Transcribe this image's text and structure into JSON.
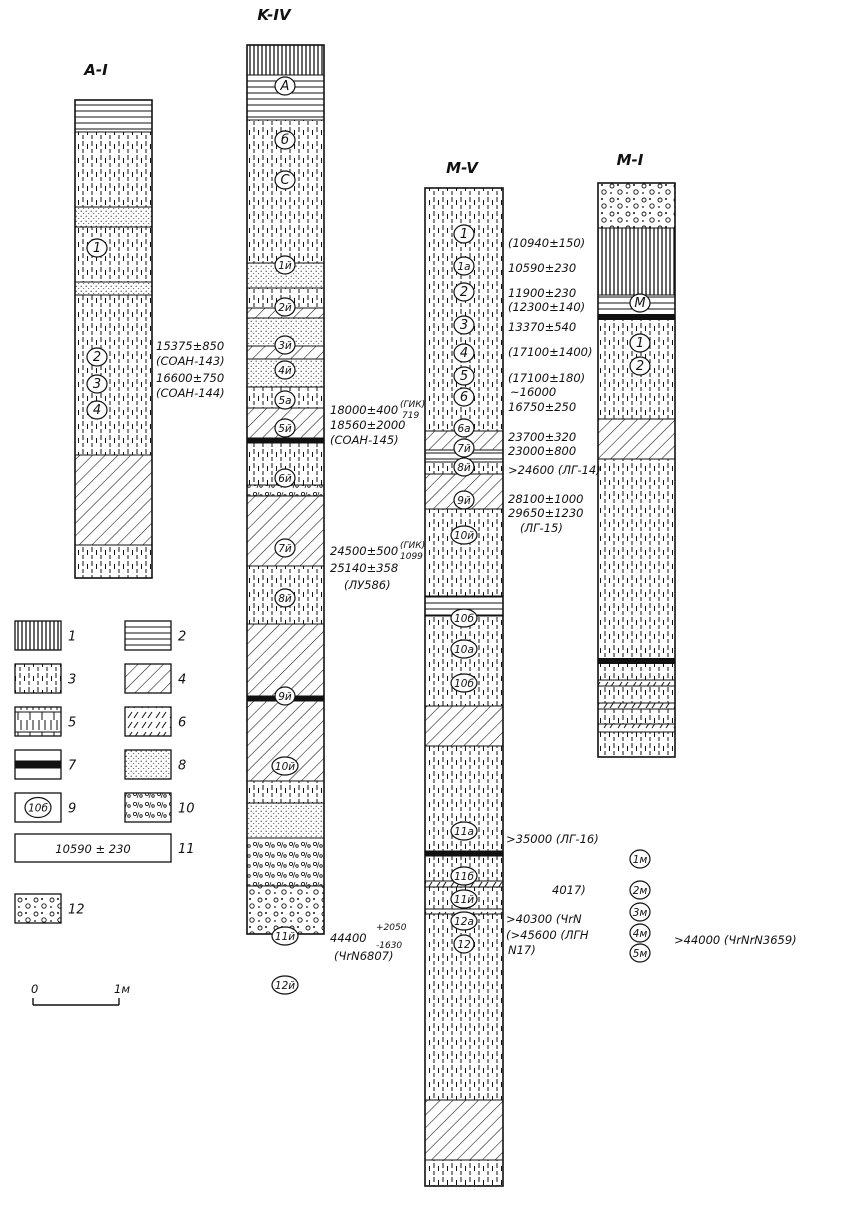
{
  "columns": [
    {
      "id": "A-1",
      "title": "A-I",
      "layers": [
        {
          "type": "h"
        },
        {
          "type": "d"
        },
        {
          "type": "s"
        },
        {
          "type": "d"
        },
        {
          "type": "s"
        },
        {
          "type": "d"
        },
        {
          "type": "x"
        },
        {
          "type": "d"
        }
      ],
      "unit_labels": [
        "1",
        "2",
        "3",
        "4"
      ],
      "annotations": [
        "15375±850",
        "(СОАН-143)",
        "16600±750",
        "(СОАН-144)"
      ]
    },
    {
      "id": "K-IV",
      "title": "K-IV",
      "layers": [
        {
          "type": "v"
        },
        {
          "type": "h"
        },
        {
          "type": "d"
        },
        {
          "type": "s"
        },
        {
          "type": "d"
        },
        {
          "type": "x"
        },
        {
          "type": "s"
        },
        {
          "type": "x"
        },
        {
          "type": "s"
        },
        {
          "type": "d"
        },
        {
          "type": "x"
        },
        {
          "type": "peat"
        },
        {
          "type": "d"
        },
        {
          "type": "pebble"
        },
        {
          "type": "x"
        },
        {
          "type": "d"
        },
        {
          "type": "x"
        },
        {
          "type": "peat"
        },
        {
          "type": "x"
        },
        {
          "type": "d"
        },
        {
          "type": "s"
        },
        {
          "type": "pebble"
        },
        {
          "type": "gravel"
        }
      ],
      "unit_labels": [
        "A",
        "б",
        "C",
        "1й",
        "2й",
        "3й",
        "4й",
        "5а",
        "5й",
        "6й",
        "7й",
        "8й",
        "9й",
        "10й",
        "11й",
        "12й"
      ],
      "annotations": [
        "18000±400",
        "(ГИК)",
        "719",
        "18560±2000",
        "(СОАН-145)",
        "24500±500",
        "(ГИК)",
        "1099",
        "25140±358",
        "(ЛУ586)",
        "44400",
        "+2050",
        "-1630",
        "(ЧrN6807)"
      ]
    },
    {
      "id": "M-V",
      "title": "M-V",
      "layers": [
        {
          "type": "d"
        },
        {
          "type": "x"
        },
        {
          "type": "h"
        },
        {
          "type": "d"
        },
        {
          "type": "x"
        },
        {
          "type": "d"
        },
        {
          "type": "h"
        },
        {
          "type": "d"
        },
        {
          "type": "x"
        },
        {
          "type": "d"
        },
        {
          "type": "peat"
        },
        {
          "type": "d"
        },
        {
          "type": "brush"
        },
        {
          "type": "d"
        },
        {
          "type": "brush"
        },
        {
          "type": "d"
        },
        {
          "type": "x"
        },
        {
          "type": "d"
        }
      ],
      "unit_labels": [
        "1",
        "1а",
        "2",
        "3",
        "4",
        "5",
        "6",
        "6а",
        "7й",
        "8й",
        "9й",
        "10й",
        "10б",
        "10а",
        "10б",
        "11а",
        "11б",
        "11й",
        "12а",
        "12"
      ],
      "annotations": [
        "(10940±150)",
        "10590±230",
        "11900±230",
        "(12300±140)",
        "13370±540",
        "(17100±1400)",
        "(17100±180)",
        "~16000",
        "16750±250",
        "23700±320",
        "23000±800",
        ">24600 (ЛГ-14)",
        "28100±1000",
        "29650±1230",
        "(ЛГ-15)",
        ">35000 (ЛГ-16)",
        "4017)",
        ">40300 (ЧrN",
        "(>45600 (ЛГН",
        "N17)"
      ]
    },
    {
      "id": "M-1",
      "title": "M-I",
      "layers": [
        {
          "type": "gravel"
        },
        {
          "type": "v"
        },
        {
          "type": "h"
        },
        {
          "type": "peat"
        },
        {
          "type": "d"
        },
        {
          "type": "x"
        },
        {
          "type": "d"
        },
        {
          "type": "peat"
        },
        {
          "type": "d"
        },
        {
          "type": "brush"
        },
        {
          "type": "d"
        },
        {
          "type": "brush"
        },
        {
          "type": "d"
        },
        {
          "type": "brush"
        },
        {
          "type": "d"
        }
      ],
      "unit_labels": [
        "M",
        "1",
        "2",
        "1м",
        "2м",
        "3м",
        "4м",
        "5м"
      ],
      "annotations": [
        ">44000 (ЧrNrN3659)"
      ]
    }
  ],
  "legend": [
    {
      "num": "1",
      "type": "v"
    },
    {
      "num": "2",
      "type": "h"
    },
    {
      "num": "3",
      "type": "d"
    },
    {
      "num": "4",
      "type": "x"
    },
    {
      "num": "5",
      "type": "root"
    },
    {
      "num": "6",
      "type": "brush"
    },
    {
      "num": "7",
      "type": "peat"
    },
    {
      "num": "8",
      "type": "s"
    },
    {
      "num": "9",
      "type": "unit",
      "tag": "10б"
    },
    {
      "num": "10",
      "type": "pebble"
    },
    {
      "num": "11",
      "type": "label",
      "text": "10590 ± 230"
    },
    {
      "num": "12",
      "type": "gravel"
    }
  ],
  "scale_bar": {
    "start": "0",
    "end": "1м"
  }
}
